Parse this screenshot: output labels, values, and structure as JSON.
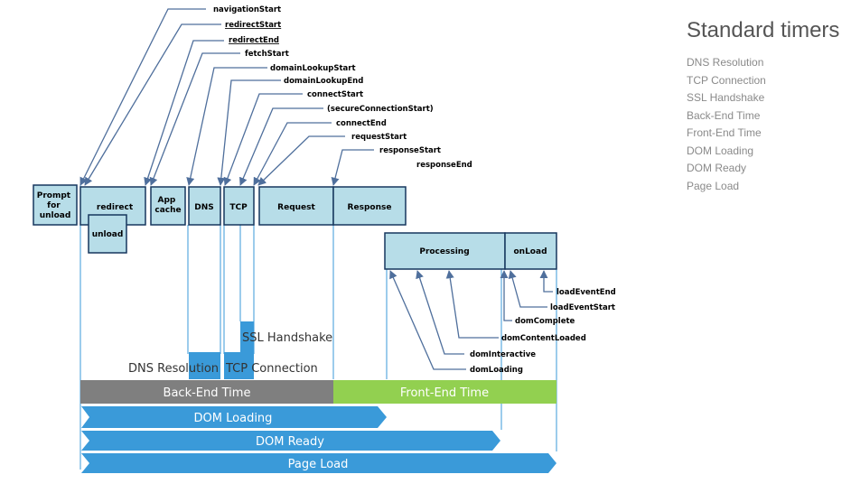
{
  "legend": {
    "title": "Standard timers",
    "items": [
      "DNS Resolution",
      "TCP Connection",
      "SSL Handshake",
      "Back-End Time",
      "Front-End Time",
      "DOM Loading",
      "DOM Ready",
      "Page Load"
    ]
  },
  "phases": {
    "prompt_for_unload": "Prompt for unload",
    "redirect": "redirect",
    "unload": "unload",
    "app_cache": "App cache",
    "dns": "DNS",
    "tcp": "TCP",
    "request": "Request",
    "response": "Response",
    "processing": "Processing",
    "onload": "onLoad"
  },
  "events_top": [
    "navigationStart",
    "redirectStart",
    "redirectEnd",
    "fetchStart",
    "domainLookupStart",
    "domainLookupEnd",
    "connectStart",
    "(secureConnectionStart)",
    "connectEnd",
    "requestStart",
    "responseStart",
    "responseEnd"
  ],
  "events_bottom": [
    "loadEventEnd",
    "loadEventStart",
    "domComplete",
    "domContentLoaded",
    "domInteractive",
    "domLoading"
  ],
  "timers": {
    "dns_resolution": "DNS Resolution",
    "tcp_connection": "TCP Connection",
    "ssl_handshake": "SSL Handshake",
    "back_end": "Back-End Time",
    "front_end": "Front-End Time",
    "dom_loading": "DOM Loading",
    "dom_ready": "DOM Ready",
    "page_load": "Page Load"
  },
  "colors": {
    "phase_fill": "#b7dde8",
    "phase_border": "#17375e",
    "connector": "#4f6f9c",
    "timer_blue": "#3a9ad9",
    "back_end_gray": "#7f7f7f",
    "front_end_green": "#92d050"
  }
}
